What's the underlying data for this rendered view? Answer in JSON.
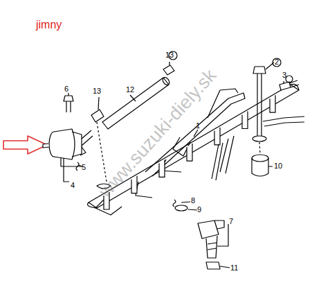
{
  "diagram": {
    "labels": [
      "jimny",
      "1",
      "2",
      "3",
      "4",
      "5",
      "6",
      "7",
      "8",
      "9",
      "10",
      "11",
      "12",
      "13",
      "13",
      "www.suzuki-diely.sk"
    ]
  }
}
